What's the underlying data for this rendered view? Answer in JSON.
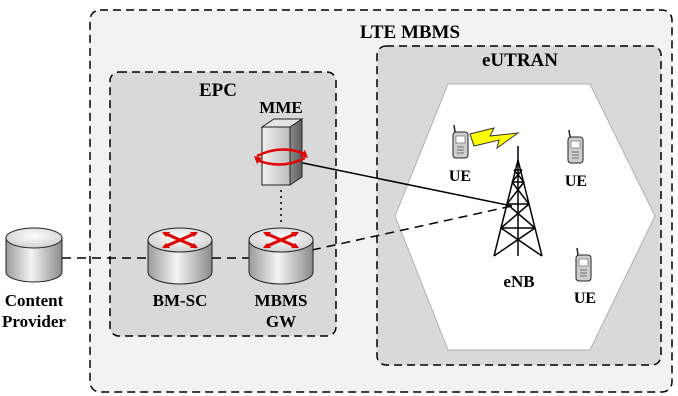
{
  "regions": {
    "lte": {
      "label": "LTE MBMS",
      "fill": "#f2f2f2"
    },
    "epc": {
      "label": "EPC",
      "fill": "#d9d9d9"
    },
    "eutran": {
      "label": "eUTRAN",
      "fill": "#d9d9d9"
    }
  },
  "nodes": {
    "content_provider": {
      "line1": "Content",
      "line2": "Provider",
      "icon": "database-cylinder-icon"
    },
    "bm_sc": {
      "label": "BM-SC",
      "icon": "router-icon"
    },
    "mbms_gw": {
      "line1": "MBMS",
      "line2": "GW",
      "icon": "router-icon"
    },
    "mme": {
      "label": "MME",
      "icon": "server-icon"
    },
    "enb": {
      "label": "eNB",
      "icon": "cell-tower-icon"
    },
    "ue1": {
      "label": "UE",
      "icon": "mobile-phone-icon"
    },
    "ue2": {
      "label": "UE",
      "icon": "mobile-phone-icon"
    },
    "ue3": {
      "label": "UE",
      "icon": "mobile-phone-icon"
    }
  },
  "colors": {
    "accent": "#e00000",
    "lightning": "#ffff00",
    "hexagon": "#ffffff"
  }
}
